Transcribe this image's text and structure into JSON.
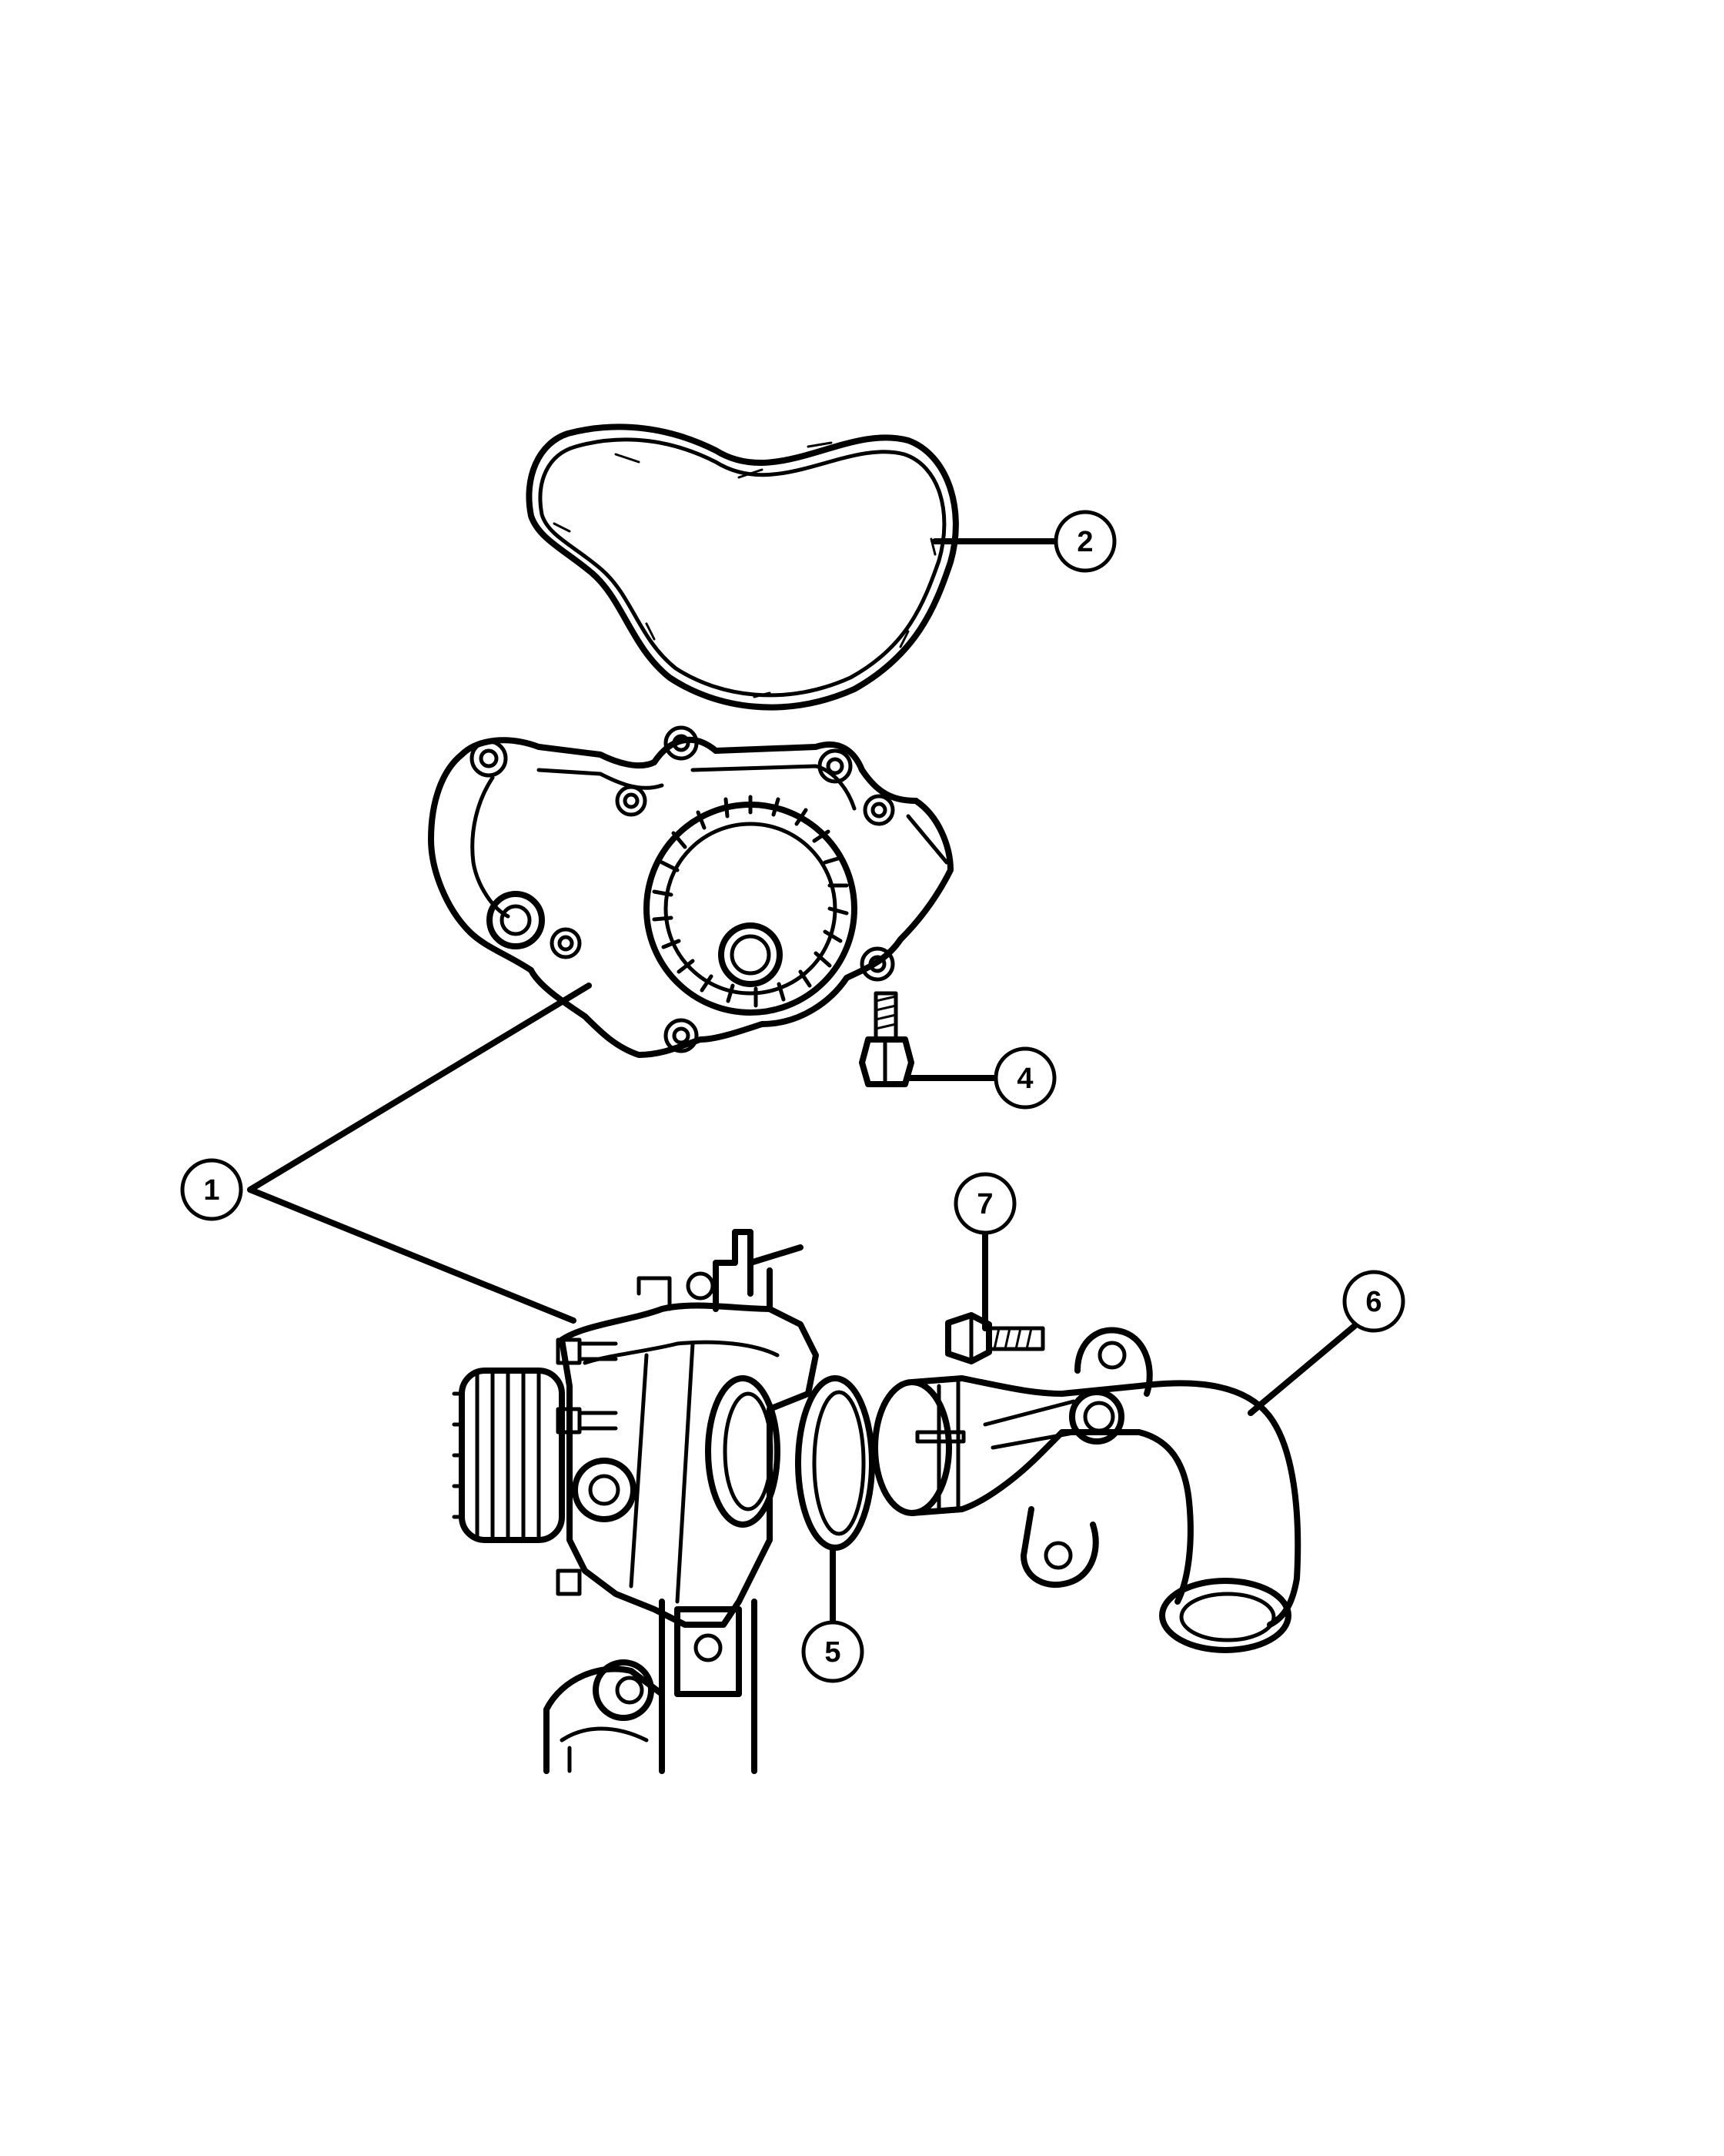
{
  "callouts": [
    {
      "id": "1",
      "label": "1"
    },
    {
      "id": "2",
      "label": "2"
    },
    {
      "id": "4",
      "label": "4"
    },
    {
      "id": "5",
      "label": "5"
    },
    {
      "id": "6",
      "label": "6"
    },
    {
      "id": "7",
      "label": "7"
    }
  ],
  "colors": {
    "ink": "#000000",
    "background": "#ffffff"
  }
}
